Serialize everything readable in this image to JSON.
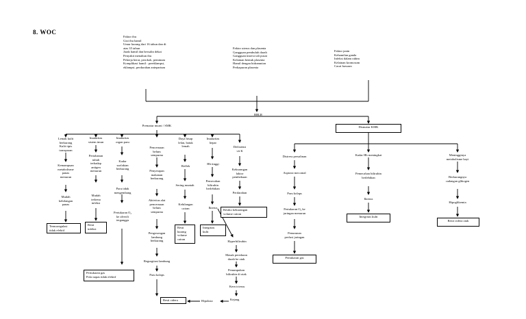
{
  "heading": "8. WOC",
  "factors": {
    "ibu": "Faktor ibu\nGizi ibu hamil\nUmur kurang dari 16 tahun dan di\natas 35 tahun\nJarak hamil dan bersalin dekat\nPenyakit menahun ibu\nPekerja berat, perokok, peminum\nKomplikasi hamil : preeklampsi,\neklampsi, perdarahan antepartum",
    "uterus": "Faktor uterus dan plasenta\nGangguan pembuluh darah\nGangguan insersi tali pusat\nKelainan bentuk plasenta\nHamil dengan hidramnion\nPerkapuran plasenta",
    "janin": "Faktor janin\nKehamilan ganda\nInfeksi dalam rahim\nKelainan kromosom\nCacat bawaan"
  },
  "center": "BBLR",
  "premature": "Prematur murni / SMK",
  "dismatur": "Dismatur KMK",
  "col1": {
    "n1": "Lemak kulit\nberkurang\nKulit tipis\ntransparan",
    "n2": "Kemampuan\nmetabolisme\npanas\nmenurun",
    "n3": "Mudah\nkehilangan\npanas",
    "box": "Termoregulasi\ntidak efektif"
  },
  "col2": {
    "n1": "Imaturitas\nsistem imun",
    "n2": "Pertahanan\ntubuh\nterhadap\nantigen\nmenurun",
    "n3": "Mudah\nterkena\ninfeksi",
    "box": "Resti\ninfeksi"
  },
  "col3": {
    "n1": "Imaturitas\norgan paru",
    "n2": "Kadar\nsurfaktan\nberkurang",
    "n3": "Paru tidak\nmengembang",
    "n4": "Pertukaran O₂\nke alveoli\nterganggu",
    "box": "Pertukaran gas\nPola napas tidak efektif"
  },
  "col4": {
    "n1": "Pencernaan\nbelum\nsempurna",
    "n2": "Penyerapan\nmakanan\nberkurang",
    "n3": "Aktivitas alat\npencernaan\nbelum\nsempurna",
    "n4": "Pengosongan\nlambung\nberkurang",
    "n5": "Regurgitasi lambung",
    "n6": "Paru kolaps",
    "box": "Resti cidera",
    "hipoksia": "Hipoksia"
  },
  "col5": {
    "n1": "Daya hisap\nlelan, batuk\nlemah",
    "n2": "Reflek",
    "n3": "Sering muntah",
    "n4": "Kehilangan\ncairan",
    "box": "Resti\nkurang\nvolume\ncairan"
  },
  "col6": {
    "n1": "Imaturitas\nhepar",
    "n2": "Hb tinggi",
    "n3": "Pemecahan\nbilirubin\nberlebihan",
    "n4": "Ikterus",
    "box": "Integritas\nkulit",
    "n5": "Hyperbilirubin",
    "n6": "Masuk peredaran\ndarah ke otak",
    "n7": "Penumpukan\nbilirubin di otak",
    "n8": "Kern icterus",
    "n9": "Kejang"
  },
  "col7": {
    "n1": "Defisiensi\nvit K",
    "n2": "Kekurangan\nfaktor\npembekuan",
    "n3": "Perdarahan",
    "box": "Resiko kekurangan\nvolume cairan"
  },
  "col8": {
    "n1": "Distress persalinan",
    "n2": "Aspirasi meconial",
    "n3": "Paru kolaps",
    "n4": "Pertukaran O₂ ke\njaringan menurun",
    "n5": "Penurunan\nperfusi jaringan",
    "box": "Pertukaran gas"
  },
  "col9": {
    "n1": "Kadar Hb meningkat",
    "n2": "Pemecahan bilirubin\nberlebihan",
    "n3": "Ikterus",
    "box": "Integritas kulit"
  },
  "col10": {
    "n1": "Meningginya\nmetabolisme bayi",
    "n2": "Berkurangnya\ncadangan glikogen",
    "n3": "Hipoglikemia",
    "box": "Resti cidera otak"
  }
}
